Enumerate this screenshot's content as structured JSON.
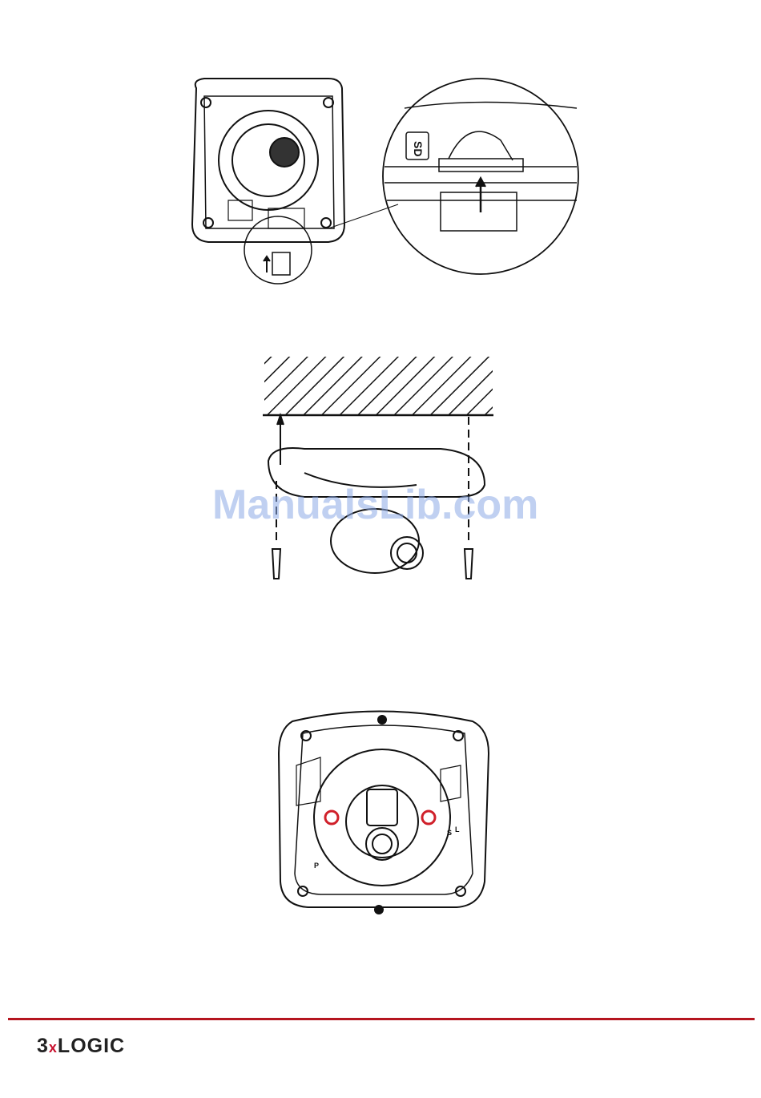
{
  "figures": {
    "sd_card_insert": {
      "slot_label": "SD"
    },
    "ceiling_mount": {},
    "mounting_base": {
      "letters": [
        "P",
        "S",
        "L"
      ]
    }
  },
  "watermark": {
    "text": "ManualsLib.com"
  },
  "footer": {
    "logo_prefix": "3",
    "logo_x": "x",
    "logo_suffix": "LOGIC",
    "accent_color": "#b5151f"
  }
}
